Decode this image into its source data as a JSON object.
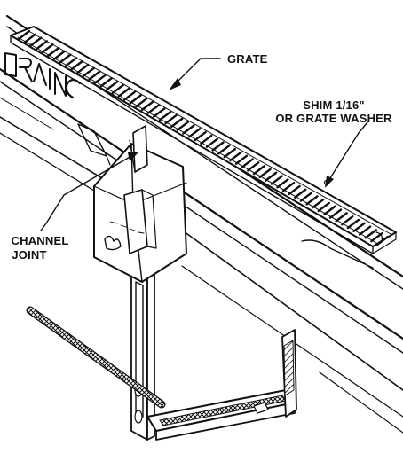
{
  "labels": {
    "grate": "GRATE",
    "shim_line1": "SHIM 1/16\"",
    "shim_line2": "OR GRATE WASHER",
    "channel_line1": "CHANNEL",
    "channel_line2": "JOINT"
  },
  "colors": {
    "ink": "#111111",
    "paper": "#ffffff"
  }
}
